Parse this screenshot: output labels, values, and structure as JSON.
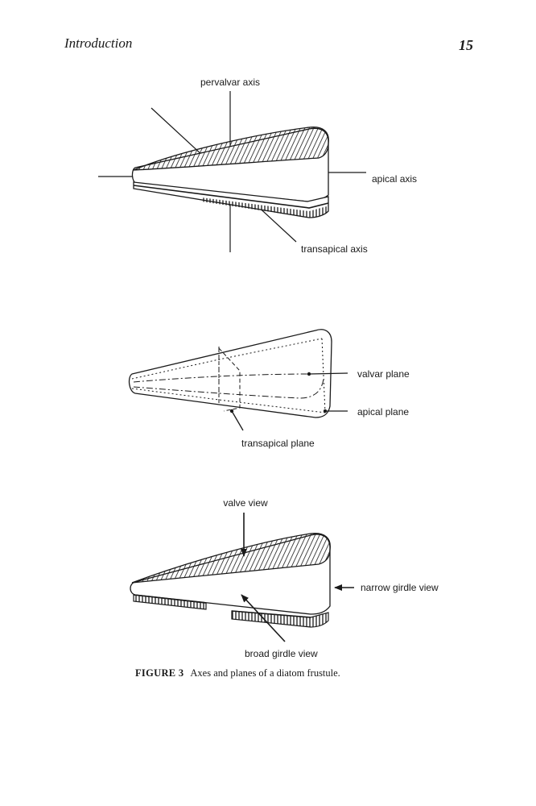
{
  "header": {
    "running_head": "Introduction",
    "page_number": "15"
  },
  "figure": {
    "panel_axes": {
      "pervalvar_label": "pervalvar axis",
      "apical_label": "apical axis",
      "transapical_label": "transapical axis"
    },
    "panel_planes": {
      "valvar_label": "valvar plane",
      "apical_label": "apical plane",
      "transapical_label": "transapical plane"
    },
    "panel_views": {
      "valve_label": "valve view",
      "narrow_girdle_label": "narrow girdle view",
      "broad_girdle_label": "broad girdle view"
    },
    "caption_label": "FIGURE 3",
    "caption_text": "Axes and planes of a diatom frustule."
  }
}
